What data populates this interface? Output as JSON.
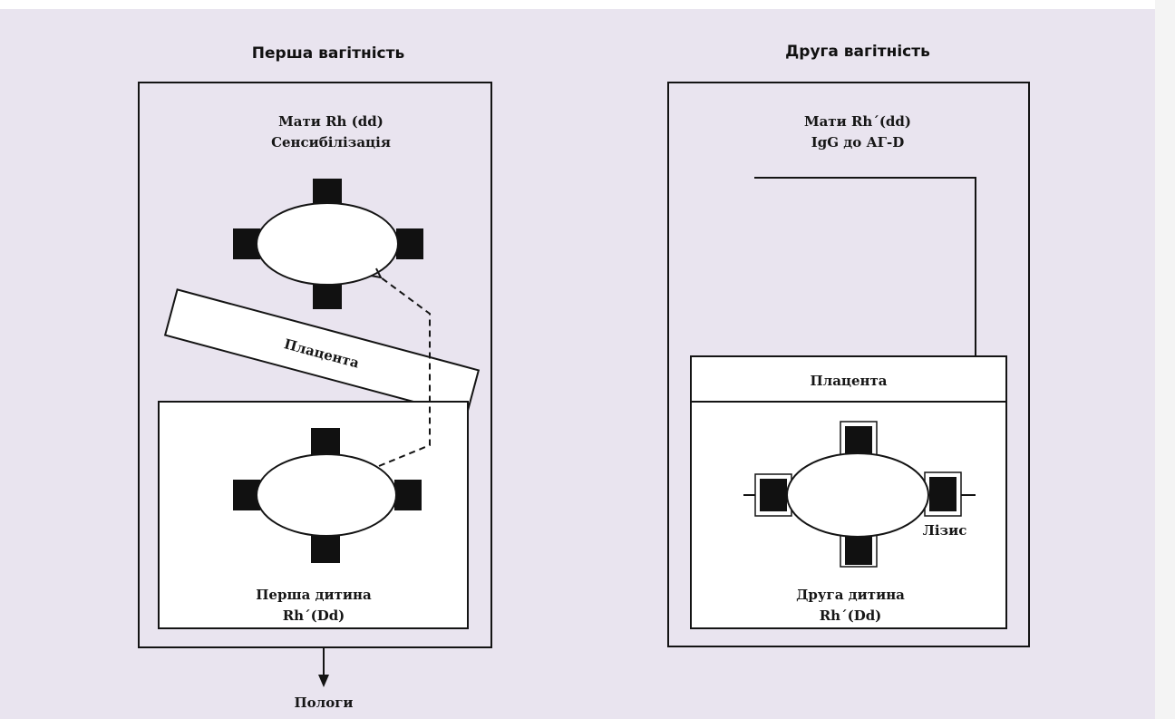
{
  "left_panel": {
    "title": "Перша вагітність",
    "mother_line1": "Мати Rh (dd)",
    "mother_line2": "Сенсибілізація",
    "placenta": "Плацента",
    "child_line1": "Перша дитина",
    "child_line2": "Rh´(Dd)",
    "birth": "Пологи"
  },
  "right_panel": {
    "title": "Друга вагітність",
    "mother_line1": "Мати Rh´(dd)",
    "mother_line2": "IgG до АГ-D",
    "placenta": "Плацента",
    "lysis": "Лізис",
    "child_line1": "Друга дитина",
    "child_line2": "Rh´(Dd)"
  },
  "colors": {
    "background": "#e9e4ef",
    "box_fill": "#ffffff",
    "stroke": "#141414"
  }
}
